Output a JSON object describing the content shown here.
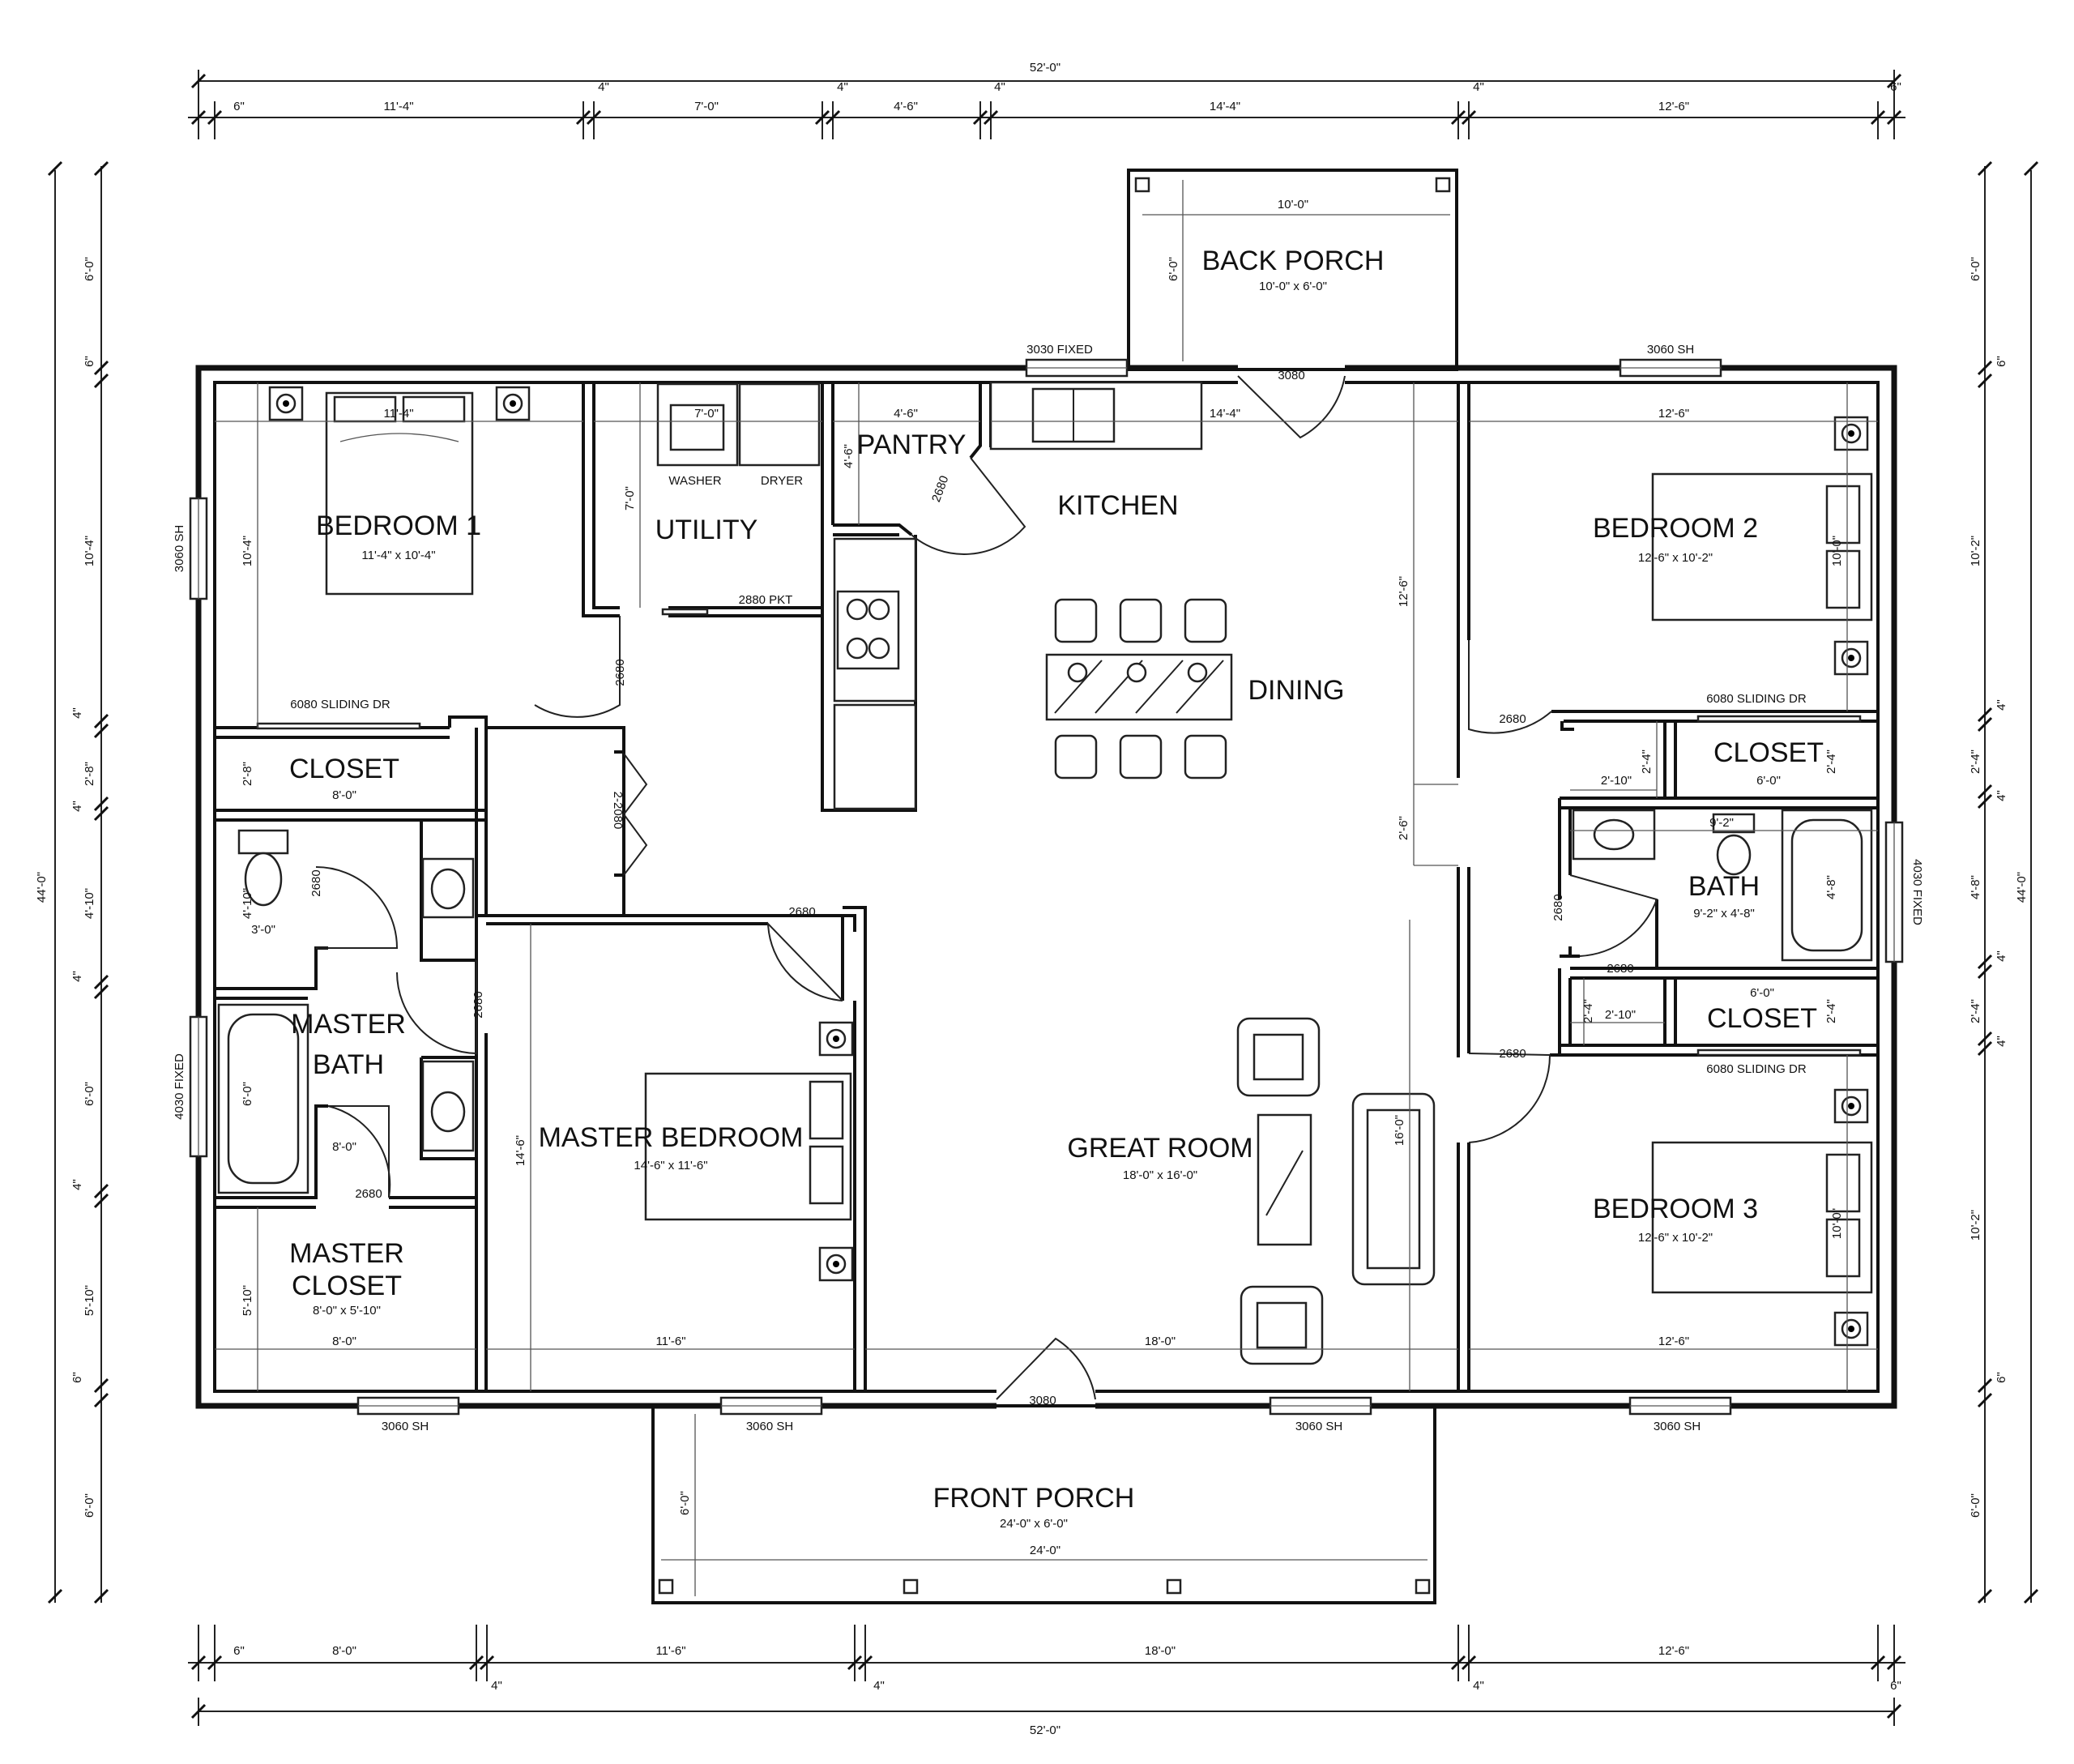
{
  "overall": {
    "top_width": "52'-0\"",
    "bottom_width": "52'-0\"",
    "left_height": "44'-0\"",
    "right_height": "44'-0\""
  },
  "dims_top": [
    "6\"",
    "11'-4\"",
    "4\"",
    "7'-0\"",
    "4\"",
    "4'-6\"",
    "4\"",
    "14'-4\"",
    "4\"",
    "12'-6\"",
    "6\""
  ],
  "dims_bottom": [
    "6\"",
    "8'-0\"",
    "4\"",
    "11'-6\"",
    "4\"",
    "18'-0\"",
    "4\"",
    "12'-6\"",
    "6\""
  ],
  "dims_left": [
    "6'-0\"",
    "6\"",
    "10'-4\"",
    "4\"",
    "2'-8\"",
    "4\"",
    "4'-10\"",
    "4\"",
    "6'-0\"",
    "4\"",
    "5'-10\"",
    "6\"",
    "6'-0\""
  ],
  "dims_right": [
    "6'-0\"",
    "6\"",
    "10'-2\"",
    "4\"",
    "2'-4\"",
    "4\"",
    "4'-8\"",
    "4\"",
    "2'-4\"",
    "4\"",
    "10'-2\"",
    "6\"",
    "6'-0\""
  ],
  "rooms": {
    "bedroom1": {
      "name": "BEDROOM 1",
      "size": "11'-4\" x 10'-4\""
    },
    "utility": {
      "name": "UTILITY"
    },
    "pantry": {
      "name": "PANTRY"
    },
    "kitchen": {
      "name": "KITCHEN"
    },
    "dining": {
      "name": "DINING"
    },
    "back_porch": {
      "name": "BACK PORCH",
      "size": "10'-0\" x 6'-0\""
    },
    "bedroom2": {
      "name": "BEDROOM 2",
      "size": "12'-6\" x 10'-2\""
    },
    "closet1": {
      "name": "CLOSET",
      "size": "8'-0\""
    },
    "closet2": {
      "name": "CLOSET",
      "size": "6'-0\""
    },
    "bath": {
      "name": "BATH",
      "size": "9'-2\" x 4'-8\""
    },
    "closet3": {
      "name": "CLOSET",
      "size": "6'-0\""
    },
    "master_bath": {
      "name1": "MASTER",
      "name2": "BATH"
    },
    "master_bedroom": {
      "name": "MASTER BEDROOM",
      "size": "14'-6\" x 11'-6\""
    },
    "great_room": {
      "name": "GREAT ROOM",
      "size": "18'-0\" x 16'-0\""
    },
    "master_closet": {
      "name1": "MASTER",
      "name2": "CLOSET",
      "size": "8'-0\" x 5'-10\""
    },
    "bedroom3": {
      "name": "BEDROOM 3",
      "size": "12'-6\" x 10'-2\""
    },
    "front_porch": {
      "name": "FRONT PORCH",
      "size": "24'-0\" x 6'-0\""
    }
  },
  "labels": {
    "washer": "WASHER",
    "dryer": "DRYER",
    "win_3030_fixed": "3030 FIXED",
    "door_3080_back": "3080",
    "win_3060_top": "3060 SH",
    "win_3060_left": "3060 SH",
    "door_2880_pkt": "2880 PKT",
    "door_2680_pantry": "2680",
    "door_2680_hall": "2680",
    "door_2_2080": "2-2080",
    "slide_6080_b1": "6080 SLIDING DR",
    "slide_6080_b2": "6080 SLIDING DR",
    "slide_6080_b3": "6080 SLIDING DR",
    "door_2680_mb": "2680",
    "door_2680_mbath": "2680",
    "door_2680_wc": "2680",
    "door_2680_mcl": "2680",
    "door_2680_b2": "2680",
    "door_2680_b3": "2680",
    "door_2680_bath": "2680",
    "door_2680_cl3": "2680",
    "win_4030_left": "4030 FIXED",
    "win_4030_right": "4030 FIXED",
    "door_3080_front": "3080",
    "win_3060_b1": "3060 SH",
    "win_3060_b2": "3060 SH",
    "win_3060_b3": "3060 SH",
    "win_3060_b4": "3060 SH"
  },
  "inner_dims": {
    "bp_w": "10'-0\"",
    "bp_h": "6'-0\"",
    "b1_w": "11'-4\"",
    "b1_h": "10'-4\"",
    "ut_w": "7'-0\"",
    "ut_h": "7'-0\"",
    "pa_w": "4'-6\"",
    "pa_h": "4'-6\"",
    "ki_w": "14'-4\"",
    "hall_h": "12'-6\"",
    "hall_w": "2'-6\"",
    "b2_w": "12'-6\"",
    "b2_h": "10'-2\"",
    "cl1_h": "2'-8\"",
    "wc_h": "4'-10\"",
    "wc_w": "3'-0\"",
    "mbt_h": "6'-0\"",
    "mbt_w": "8'-0\"",
    "mc_h": "5'-10\"",
    "mc_w": "8'-0\"",
    "mbr_h": "14'-6\"",
    "mbr_w": "11'-6\"",
    "gr_w": "18'-0\"",
    "gr_h": "16'-0\"",
    "b3_w": "12'-6\"",
    "b3_h": "10'-2\"",
    "cl2_h": "2'-4\"",
    "cl2_h2": "2'-4\"",
    "cl2_w": "2'-10\"",
    "bath_w": "9'-2\"",
    "bath_h": "4'-8\"",
    "cl3_h": "2'-4\"",
    "cl3_h2": "2'-4\"",
    "cl3_w": "2'-10\"",
    "b2_bed": "10'-0\"",
    "b3_bed": "10'-0\"",
    "fp_w": "24'-0\"",
    "fp_h": "6'-0\""
  }
}
